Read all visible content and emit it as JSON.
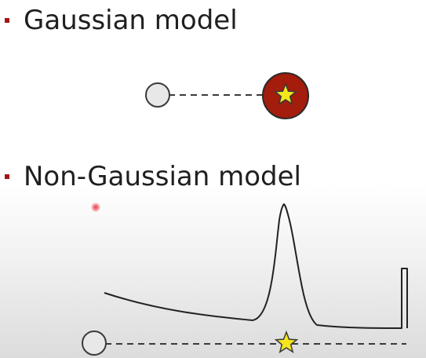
{
  "colors": {
    "bullet": "#a31515",
    "text": "#1f1f1f",
    "line": "#3a3a3a",
    "target_fill": "#a31c0c",
    "star_fill": "#f3e61c",
    "source_fill": "#e8e8e8",
    "laser": "#e8323c"
  },
  "sections": [
    {
      "heading": "Gaussian model",
      "icons": [
        "source-circle-icon",
        "dashed-line",
        "target-ball-icon",
        "star-icon"
      ]
    },
    {
      "heading": "Non-Gaussian model",
      "icons": [
        "source-circle-icon",
        "dashed-line",
        "star-icon",
        "response-curve"
      ]
    }
  ]
}
